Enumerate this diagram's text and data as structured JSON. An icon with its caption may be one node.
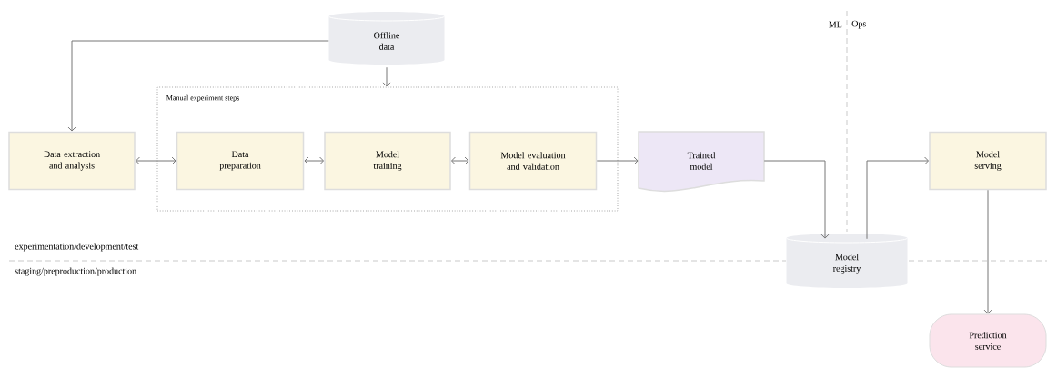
{
  "diagram": {
    "nodes": [
      {
        "text": [
          "Offline data"
        ]
      },
      {
        "text": [
          "Manual experiment steps"
        ]
      },
      {
        "text": [
          "Data extraction and analysis"
        ]
      },
      {
        "text": [
          "Data preparation"
        ],
        "in": 1
      },
      {
        "text": [
          "Model training"
        ],
        "in": 1
      },
      {
        "text": [
          "Model evaluation and validation"
        ],
        "in": 1
      },
      {
        "text": [
          "Trained model"
        ]
      },
      {
        "text": [
          "Model registry"
        ]
      },
      {
        "text": [
          "Model serving"
        ]
      },
      {
        "text": [
          "Prediction service"
        ]
      }
    ],
    "edges": [
      {
        "from": 0,
        "to": 2,
        "arrow": "to"
      },
      {
        "from": 0,
        "to": 1,
        "arrow": "to"
      },
      {
        "from": 2,
        "to": 3,
        "arrow": "both"
      },
      {
        "from": 3,
        "to": 4,
        "arrow": "both"
      },
      {
        "from": 4,
        "to": 5,
        "arrow": "both"
      },
      {
        "from": 5,
        "to": 6,
        "arrow": "to"
      },
      {
        "from": 6,
        "to": 7,
        "arrow": "to"
      },
      {
        "from": 7,
        "to": 8,
        "arrow": "to"
      },
      {
        "from": 8,
        "to": 9,
        "arrow": "to"
      }
    ],
    "labels": [
      "ML",
      "Ops",
      "experimentation/development/test",
      "staging/preproduction/production"
    ]
  }
}
